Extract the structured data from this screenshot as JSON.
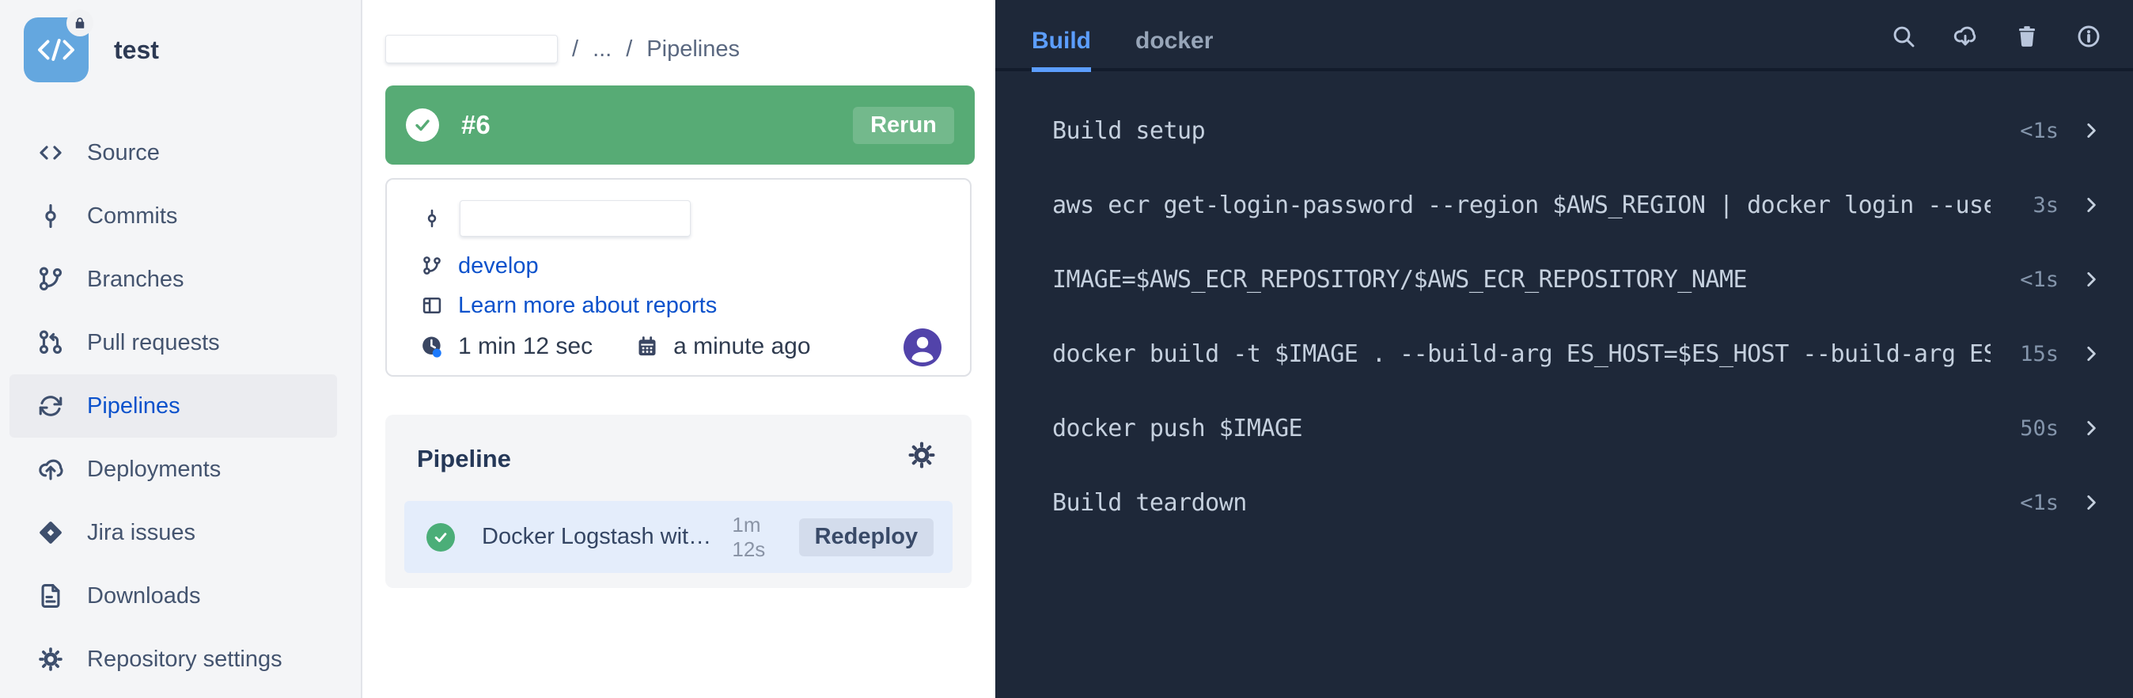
{
  "app": {
    "title": "test"
  },
  "sidebar": {
    "items": [
      {
        "label": "Source",
        "icon": "source-icon",
        "active": false
      },
      {
        "label": "Commits",
        "icon": "commits-icon",
        "active": false
      },
      {
        "label": "Branches",
        "icon": "branches-icon",
        "active": false
      },
      {
        "label": "Pull requests",
        "icon": "pull-requests-icon",
        "active": false
      },
      {
        "label": "Pipelines",
        "icon": "pipelines-icon",
        "active": true
      },
      {
        "label": "Deployments",
        "icon": "deployments-icon",
        "active": false
      },
      {
        "label": "Jira issues",
        "icon": "jira-icon",
        "active": false
      },
      {
        "label": "Downloads",
        "icon": "downloads-icon",
        "active": false
      },
      {
        "label": "Repository settings",
        "icon": "settings-icon",
        "active": false
      }
    ]
  },
  "breadcrumb": {
    "separator1": "/",
    "ellipsis": "...",
    "separator2": "/",
    "current": "Pipelines"
  },
  "build_banner": {
    "status": "successful",
    "number": "#6",
    "rerun_label": "Rerun"
  },
  "commit_card": {
    "branch": "develop",
    "reports_link": "Learn more about reports",
    "duration": "1 min 12 sec",
    "time_ago": "a minute ago"
  },
  "pipeline_card": {
    "title": "Pipeline",
    "row": {
      "label": "Docker Logstash with...",
      "duration": "1m 12s",
      "redeploy_label": "Redeploy"
    }
  },
  "log_panel": {
    "tabs": [
      {
        "label": "Build",
        "active": true
      },
      {
        "label": "docker",
        "active": false
      }
    ],
    "toolbar_icons": [
      "search-icon",
      "cloud-download-icon",
      "trash-icon",
      "info-icon"
    ],
    "steps": [
      {
        "command": "Build setup",
        "duration": "<1s"
      },
      {
        "command": "aws ecr get-login-password --region $AWS_REGION | docker login --use…",
        "duration": "3s"
      },
      {
        "command": "IMAGE=$AWS_ECR_REPOSITORY/$AWS_ECR_REPOSITORY_NAME",
        "duration": "<1s"
      },
      {
        "command": "docker build -t $IMAGE . --build-arg ES_HOST=$ES_HOST --build-arg ES…",
        "duration": "15s"
      },
      {
        "command": "docker push $IMAGE",
        "duration": "50s"
      },
      {
        "command": "Build teardown",
        "duration": "<1s"
      }
    ]
  },
  "colors": {
    "success_green": "#57ab75",
    "link_blue": "#0c52cc",
    "active_tab_blue": "#5c9eff",
    "dark_bg": "#1e2839",
    "avatar_purple": "#5243aa",
    "sidebar_bg": "#f4f5f7"
  }
}
